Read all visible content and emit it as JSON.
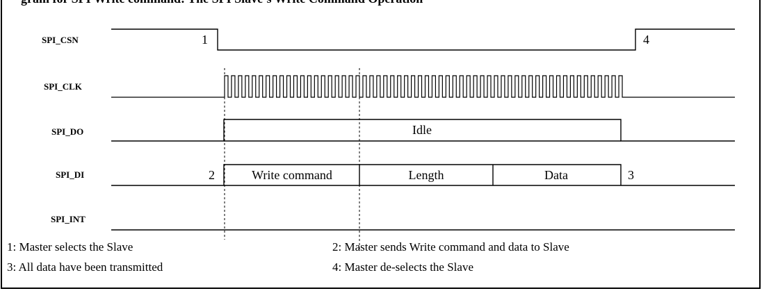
{
  "header_fragment": "gram for SPI Write command:  The SPI Slave’s Write Command Operation",
  "signals": {
    "csn": "SPI_CSN",
    "clk": "SPI_CLK",
    "do": "SPI_DO",
    "di": "SPI_DI",
    "int": "SPI_INT"
  },
  "do_segment": "Idle",
  "di_segments": {
    "write_command": "Write command",
    "length": "Length",
    "data": "Data"
  },
  "markers": {
    "m1": "1",
    "m2": "2",
    "m3": "3",
    "m4": "4"
  },
  "notes": {
    "n1": "1: Master selects the Slave",
    "n2": "2: Master sends Write command and data to Slave",
    "n3": "3: All data have been transmitted",
    "n4": "4: Master de-selects the Slave"
  },
  "clock_pulses": 58
}
